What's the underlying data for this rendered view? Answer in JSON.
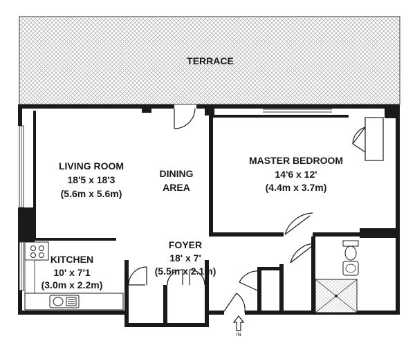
{
  "terrace": {
    "name": "TERRACE"
  },
  "living_room": {
    "name": "LIVING ROOM",
    "dims_imperial": "18'5 x 18'3",
    "dims_metric": "(5.6m x 5.6m)"
  },
  "dining": {
    "line1": "DINING",
    "line2": "AREA"
  },
  "master_bedroom": {
    "name": "MASTER BEDROOM",
    "dims_imperial": "14'6 x 12'",
    "dims_metric": "(4.4m x 3.7m)"
  },
  "foyer": {
    "name": "FOYER",
    "dims_imperial": "18' x 7'",
    "dims_metric": "(5.5m x 2.1m)"
  },
  "kitchen": {
    "name": "KITCHEN",
    "dims_imperial": "10' x 7'1",
    "dims_metric": "(3.0m x 2.2m)"
  },
  "entrance": {
    "label": "IN"
  },
  "colors": {
    "wall": "#1a1a1a",
    "terrace_hatch": "#9a9a9a",
    "background": "#ffffff"
  }
}
